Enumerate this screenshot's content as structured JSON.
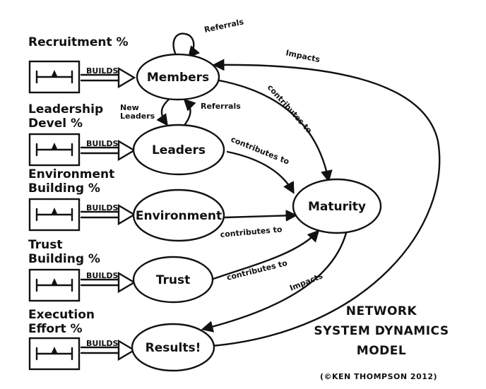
{
  "inputs": [
    {
      "label_lines": [
        "Recruitment %"
      ],
      "builds": "BUILDS",
      "target": "Members"
    },
    {
      "label_lines": [
        "Leadership",
        "Devel %"
      ],
      "builds": "BUILDS",
      "target": "Leaders"
    },
    {
      "label_lines": [
        "Environment",
        "Building %"
      ],
      "builds": "BUILDS",
      "target": "Environment"
    },
    {
      "label_lines": [
        "Trust",
        "Building %"
      ],
      "builds": "BUILDS",
      "target": "Trust"
    },
    {
      "label_lines": [
        "Execution",
        "Effort %"
      ],
      "builds": "BUILDS",
      "target": "Results!"
    }
  ],
  "nodes": {
    "members": "Members",
    "leaders": "Leaders",
    "environment": "Environment",
    "trust": "Trust",
    "results": "Results!",
    "maturity": "Maturity"
  },
  "edges": {
    "members_self": "Referrals",
    "members_to_leaders": "New Leaders",
    "leaders_to_members": "Referrals",
    "members_to_maturity": "contributes to",
    "leaders_to_maturity": "contributes to",
    "environment_to_maturity": "contributes to",
    "trust_to_maturity": "contributes to",
    "results_to_members": "Impacts",
    "maturity_to_results": "Impacts"
  },
  "title_lines": [
    "NETWORK",
    "SYSTEM DYNAMICS",
    "MODEL"
  ],
  "copyright": "(©KEN THOMPSON 2012)"
}
